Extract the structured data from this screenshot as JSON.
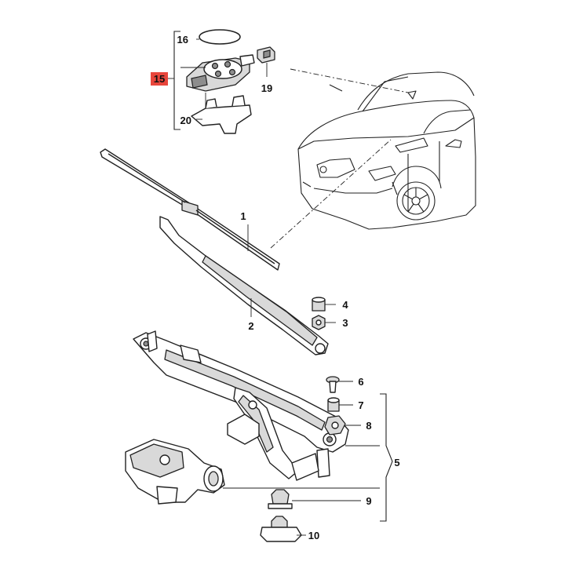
{
  "callouts": {
    "c1": "1",
    "c2": "2",
    "c3": "3",
    "c4": "4",
    "c5": "5",
    "c6": "6",
    "c7": "7",
    "c8": "8",
    "c9": "9",
    "c10": "10",
    "c15": "15",
    "c16": "16",
    "c19": "19",
    "c20": "20"
  },
  "colors": {
    "highlight_box": "#e8463c",
    "line": "#222222",
    "background": "#ffffff"
  }
}
